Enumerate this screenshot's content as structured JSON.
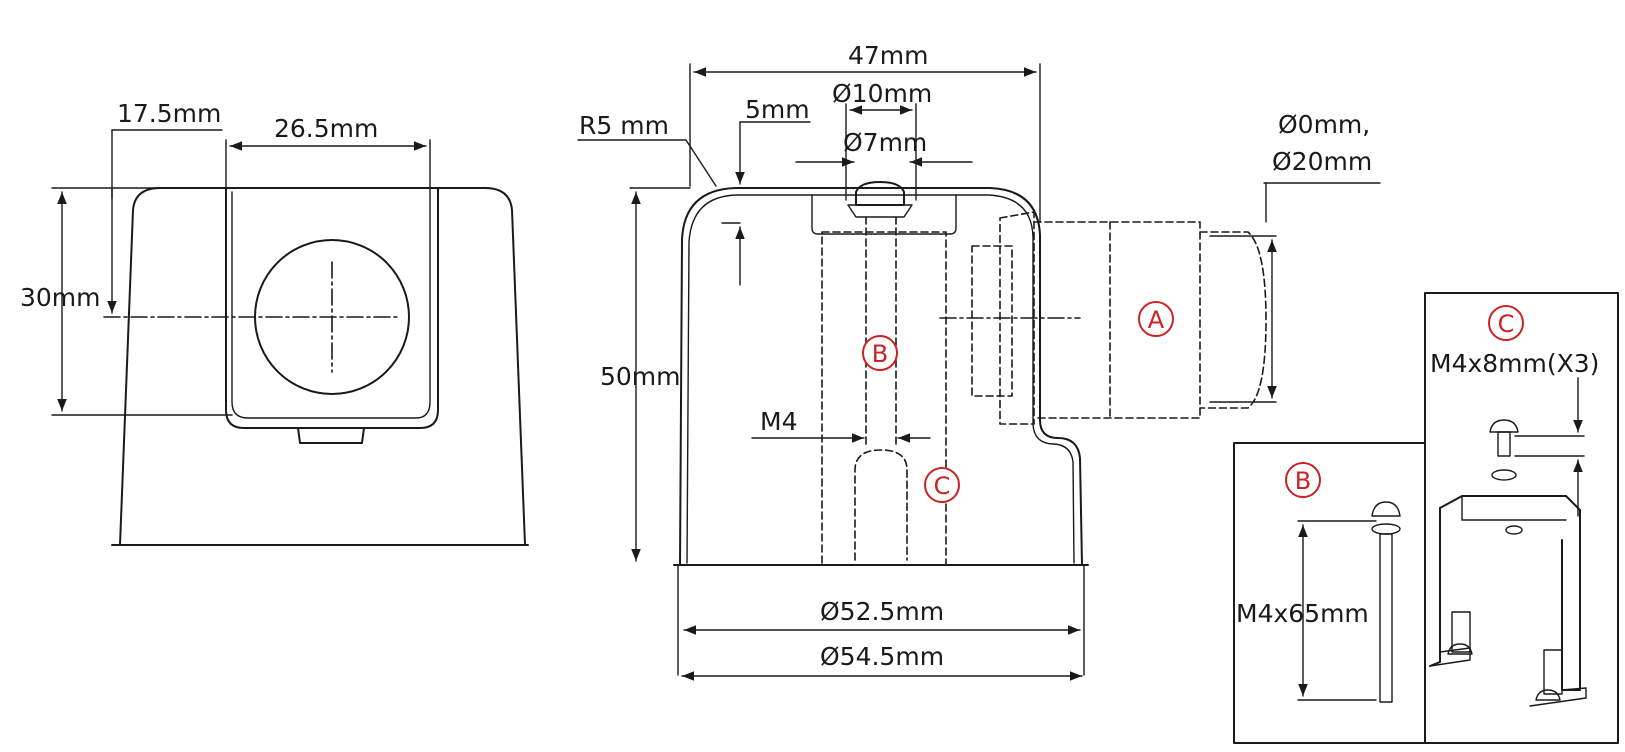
{
  "dimensions": {
    "front_top": "17.5mm",
    "front_window": "26.5mm",
    "front_height": "30mm",
    "side_width": "47mm",
    "bore_outer": "Ø10mm",
    "wall": "5mm",
    "bore_inner": "Ø7mm",
    "radius": "R5 mm",
    "side_height": "50mm",
    "thread": "M4",
    "base_inner": "Ø52.5mm",
    "base_outer": "Ø54.5mm",
    "gland_line1": "Ø0mm,",
    "gland_line2": "Ø20mm"
  },
  "callouts": {
    "a": "A",
    "b": "B",
    "c": "C"
  },
  "insets": {
    "b": {
      "callout": "B",
      "spec": "M4x65mm"
    },
    "c": {
      "callout": "C",
      "spec": "M4x8mm(X3)"
    }
  },
  "colors": {
    "line": "#1a1a1a",
    "callout": "#cc2222"
  }
}
